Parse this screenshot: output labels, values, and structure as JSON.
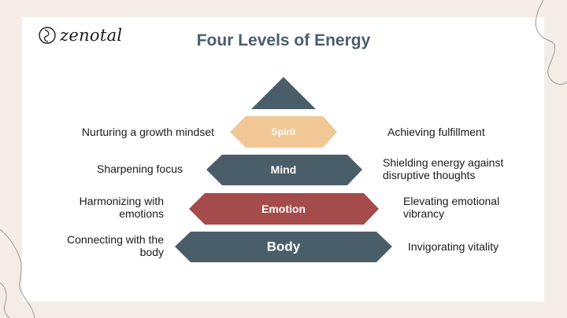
{
  "brand": {
    "name": "zenotal"
  },
  "title": "Four Levels of Energy",
  "levels": [
    {
      "key": "spirit",
      "label": "Spirit",
      "color": "#f2c796",
      "left": "Nurturing a growth mindset",
      "right": "Achieving fulfillment"
    },
    {
      "key": "mind",
      "label": "Mind",
      "color": "#4a5e6a",
      "left": "Sharpening focus",
      "right": "Shielding energy against disruptive thoughts"
    },
    {
      "key": "emotion",
      "label": "Emotion",
      "color": "#a54b4b",
      "left": "Harmonizing with emotions",
      "right": "Elevating emotional vibrancy"
    },
    {
      "key": "body",
      "label": "Body",
      "color": "#4a5e6a",
      "left": "Connecting with the body",
      "right": "Invigorating vitality"
    }
  ],
  "apex_color": "#4a5e6a"
}
